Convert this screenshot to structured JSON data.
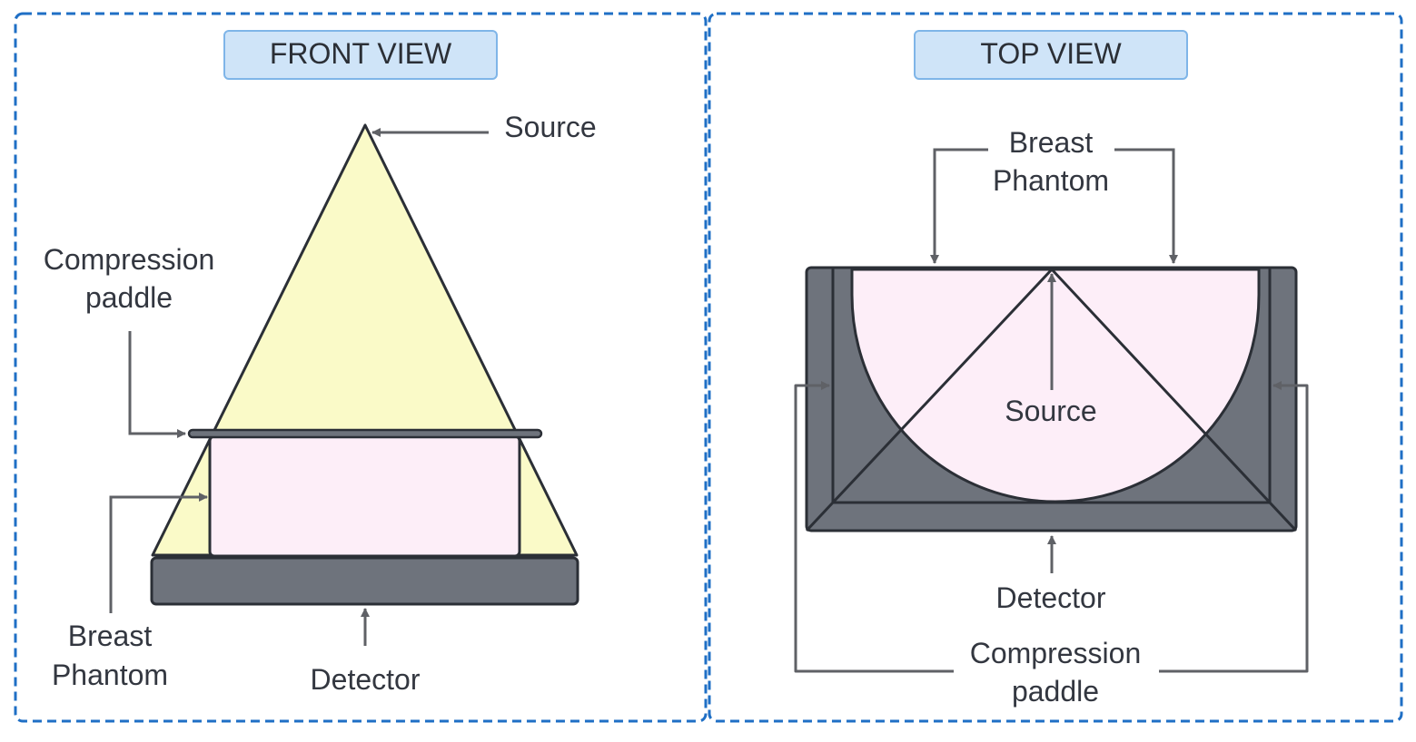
{
  "front": {
    "title": "FRONT VIEW",
    "source": "Source",
    "paddle_line1": "Compression",
    "paddle_line2": "paddle",
    "phantom_line1": "Breast",
    "phantom_line2": "Phantom",
    "detector": "Detector"
  },
  "top": {
    "title": "TOP VIEW",
    "phantom_line1": "Breast",
    "phantom_line2": "Phantom",
    "source": "Source",
    "detector": "Detector",
    "paddle_line1": "Compression",
    "paddle_line2": "paddle"
  },
  "colors": {
    "panel_border": "#1f6fc5",
    "title_fill": "#cfe4f8",
    "title_stroke": "#7fb5e8",
    "beam_fill": "#fafac8",
    "phantom_fill": "#fdeef8",
    "detector_fill": "#6e737c",
    "outline": "#2b2f36",
    "arrow": "#5f6166"
  }
}
